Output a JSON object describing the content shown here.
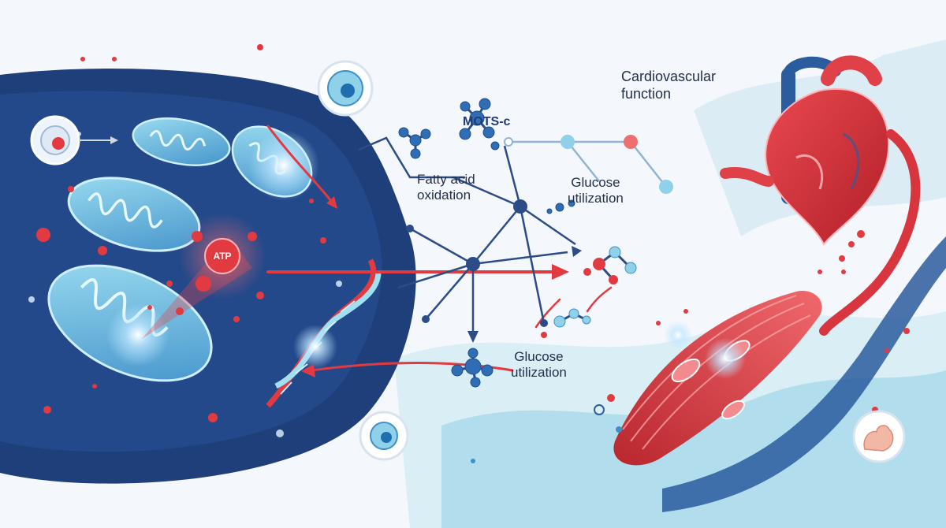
{
  "labels": {
    "mots_c": "MOTS-c",
    "fatty_acid_oxidation": "Fatty acid\noxidation",
    "glucose_utilization_top": "Glucose\nutilization",
    "glucose_utilization_bottom": "Glucose\nutilization",
    "cardiovascular_function": "Cardiovascular\nfunction",
    "atp": "ATP"
  },
  "icons": {
    "cell_top": "cell-icon",
    "cell_bottom": "cell-icon",
    "cell_left": "cell-icon",
    "muscle": "flexed-bicep-icon",
    "heart": "heart-icon",
    "dna": "dna-helix-icon"
  },
  "colors": {
    "navy": "#1f3f7a",
    "deep_blue": "#244a8c",
    "light_blue": "#8fd1e8",
    "red": "#d8353f",
    "background": "#f4f7fb"
  }
}
